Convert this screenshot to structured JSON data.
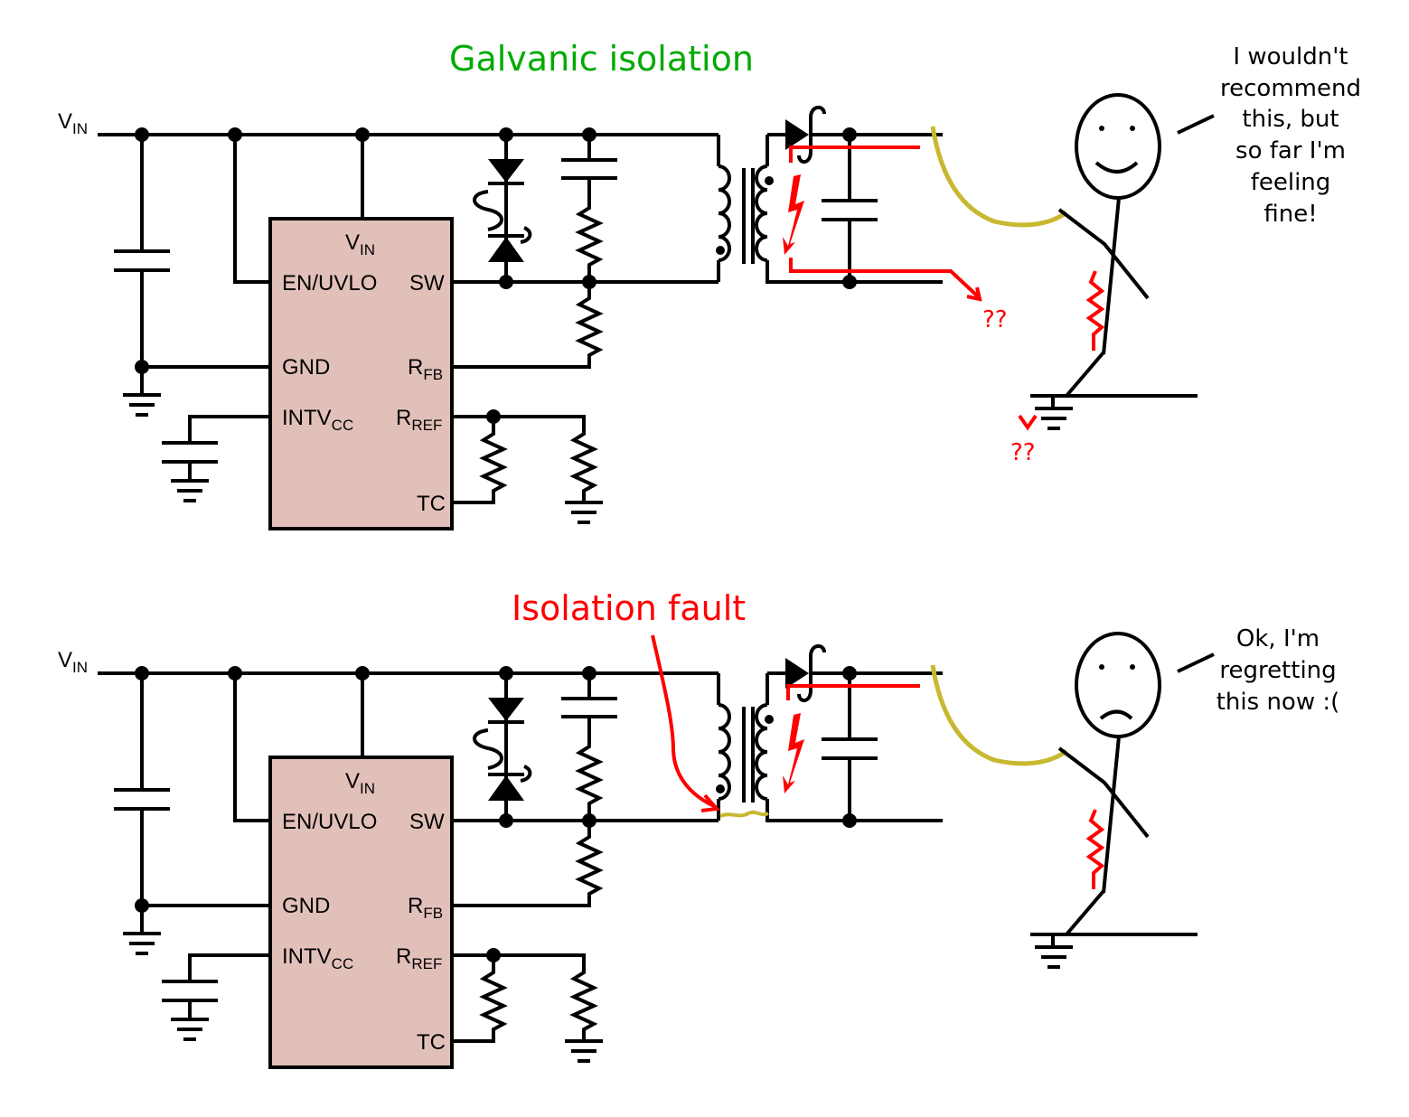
{
  "colors": {
    "wire": "#000000",
    "ic_fill": "#e2c0ba",
    "current_path": "#ff0000",
    "title_ok": "#00aa00",
    "title_fault": "#ff0000",
    "cable": "#c8b830"
  },
  "panels": [
    {
      "title": "Galvanic isolation",
      "title_color": "#00aa00",
      "vin_label": {
        "main": "V",
        "sub": "IN"
      },
      "ic": {
        "vin": {
          "main": "V",
          "sub": "IN"
        },
        "en_uvlo": "EN/UVLO",
        "sw": "SW",
        "gnd": "GND",
        "rfb": {
          "main": "R",
          "sub": "FB"
        },
        "intvcc": {
          "main": "INTV",
          "sub": "CC"
        },
        "rref": {
          "main": "R",
          "sub": "REF"
        },
        "tc": "TC"
      },
      "unknown_marks": [
        "??",
        "??"
      ],
      "person": {
        "mood": "happy",
        "speech": [
          "I wouldn't",
          "recommend",
          "this, but",
          "so far I'm",
          "feeling",
          "fine!"
        ]
      }
    },
    {
      "title": "Isolation fault",
      "title_color": "#ff0000",
      "vin_label": {
        "main": "V",
        "sub": "IN"
      },
      "ic": {
        "vin": {
          "main": "V",
          "sub": "IN"
        },
        "en_uvlo": "EN/UVLO",
        "sw": "SW",
        "gnd": "GND",
        "rfb": {
          "main": "R",
          "sub": "FB"
        },
        "intvcc": {
          "main": "INTV",
          "sub": "CC"
        },
        "rref": {
          "main": "R",
          "sub": "REF"
        },
        "tc": "TC"
      },
      "unknown_marks": [],
      "person": {
        "mood": "sad",
        "speech": [
          "Ok, I'm",
          "regretting",
          "this now :("
        ]
      }
    }
  ]
}
